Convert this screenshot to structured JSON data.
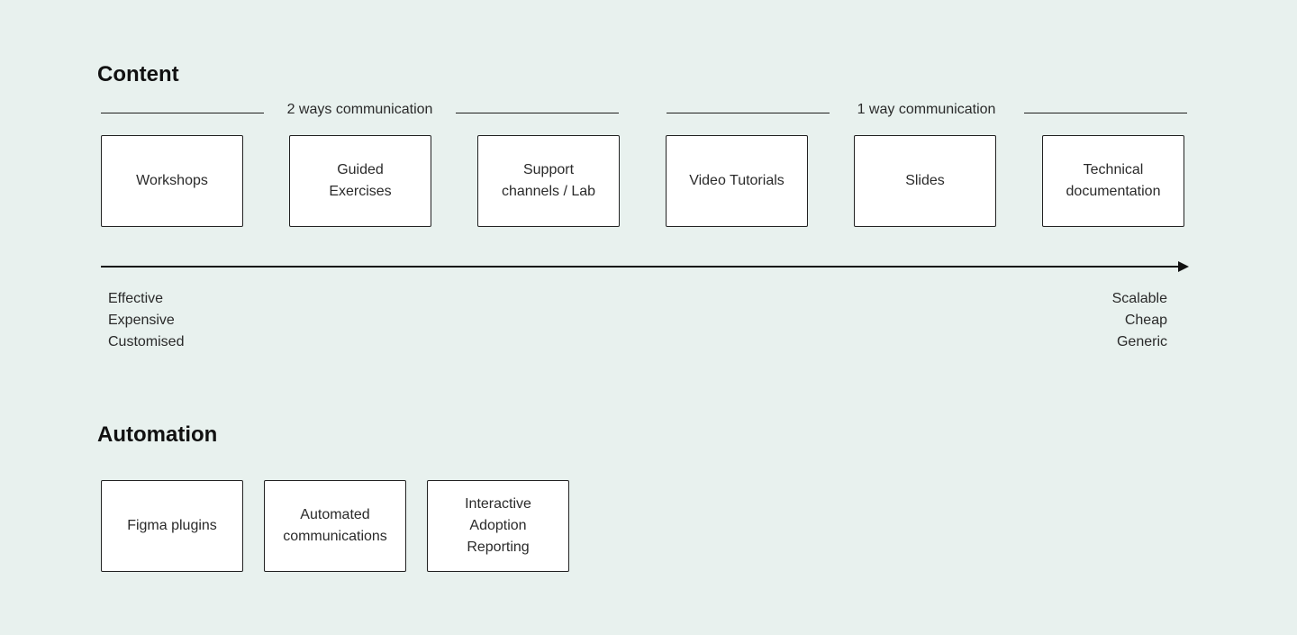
{
  "content": {
    "title": "Content",
    "groups": [
      {
        "label": "2 ways communication"
      },
      {
        "label": "1 way communication"
      }
    ],
    "cards": [
      {
        "label": "Workshops"
      },
      {
        "label": "Guided\nExercises"
      },
      {
        "label": "Support\nchannels / Lab"
      },
      {
        "label": "Video Tutorials"
      },
      {
        "label": "Slides"
      },
      {
        "label": "Technical\ndocumentation"
      }
    ],
    "scale": {
      "left": [
        "Effective",
        "Expensive",
        "Customised"
      ],
      "right": [
        "Scalable",
        "Cheap",
        "Generic"
      ]
    }
  },
  "automation": {
    "title": "Automation",
    "cards": [
      {
        "label": "Figma plugins"
      },
      {
        "label": "Automated\ncommunications"
      },
      {
        "label": "Interactive\nAdoption\nReporting"
      }
    ]
  },
  "colors": {
    "background": "#e8f1ee",
    "card": "#ffffff",
    "stroke": "#1e1e1e"
  }
}
